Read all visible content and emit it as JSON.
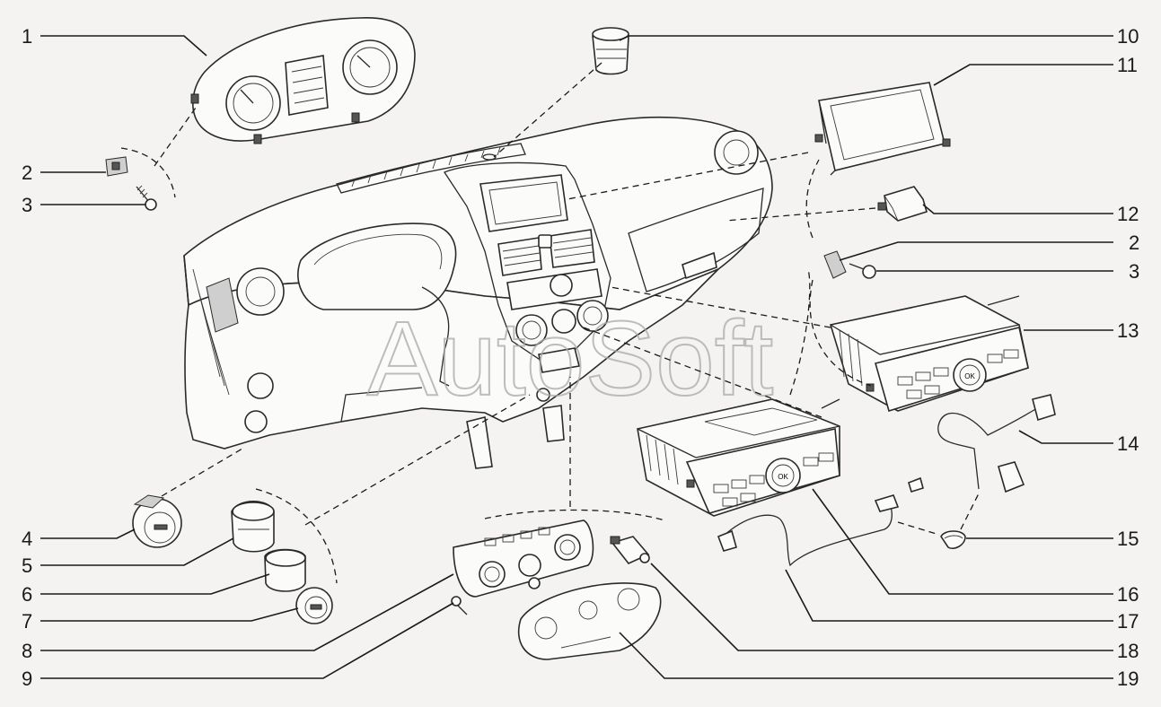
{
  "watermark": "AutoSoft",
  "callouts": {
    "c1": "1",
    "c2a": "2",
    "c3a": "3",
    "c4": "4",
    "c5": "5",
    "c6": "6",
    "c7": "7",
    "c8": "8",
    "c9": "9",
    "c10": "10",
    "c11": "11",
    "c12": "12",
    "c2b": "2",
    "c3b": "3",
    "c13": "13",
    "c14": "14",
    "c15": "15",
    "c16": "16",
    "c17": "17",
    "c18": "18",
    "c19": "19"
  },
  "display_buttons": {
    "ok_a": "OK",
    "ok_b": "OK"
  }
}
